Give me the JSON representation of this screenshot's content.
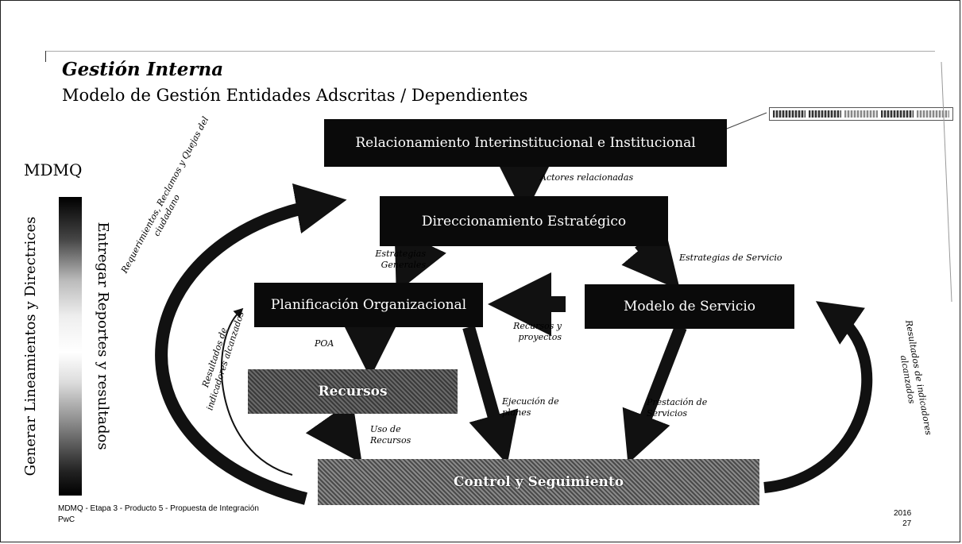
{
  "header": {
    "title": "Gestión Interna",
    "subtitle": "Modelo de Gestión Entidades Adscritas / Dependientes"
  },
  "brand": {
    "name": "MDMQ"
  },
  "side": {
    "left_vertical": "Generar Lineamientos y Directrices",
    "right_vertical": "Entregar Reportes y resultados"
  },
  "boxes": {
    "relacionamiento": "Relacionamiento Interinstitucional e Institucional",
    "direccionamiento": "Direccionamiento Estratégico",
    "planificacion": "Planificación Organizacional",
    "modelo_servicio": "Modelo de Servicio",
    "recursos": "Recursos",
    "control": "Control y Seguimiento"
  },
  "labels": {
    "actores": "Actores relacionadas",
    "estrategias_generales": [
      "Estrategias",
      "Generales"
    ],
    "estrategias_servicio": "Estrategias de Servicio",
    "recursos_proyectos": [
      "Recursos y",
      "proyectos"
    ],
    "poa": "POA",
    "ejecucion": [
      "Ejecución de",
      "planes"
    ],
    "prestacion": [
      "Prestación de",
      "Servicios"
    ],
    "uso_recursos": [
      "Uso de",
      "Recursos"
    ],
    "requerimientos": [
      "Requerimientos, Reclamos y Quejas del",
      "ciudadano"
    ],
    "resultados_left": [
      "Resultados de",
      "indicadores alcanzados"
    ],
    "resultados_right": [
      "Resultados de indicadores",
      "alcanzados"
    ]
  },
  "footer": {
    "line1": "MDMQ - Etapa 3 - Producto 5 - Propuesta de Integración",
    "line2": "PwC",
    "year": "2016",
    "page": "27"
  }
}
